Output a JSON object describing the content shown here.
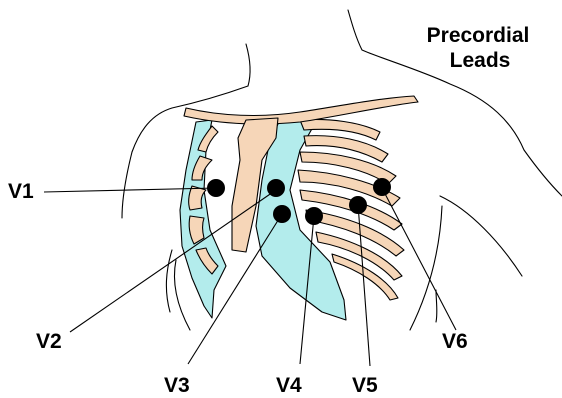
{
  "title": {
    "line1": "Precordial",
    "line2": "Leads"
  },
  "leads": [
    {
      "id": "V1",
      "label": "V1"
    },
    {
      "id": "V2",
      "label": "V2"
    },
    {
      "id": "V3",
      "label": "V3"
    },
    {
      "id": "V4",
      "label": "V4"
    },
    {
      "id": "V5",
      "label": "V5"
    },
    {
      "id": "V6",
      "label": "V6"
    }
  ],
  "colors": {
    "bone": "#f6d6b8",
    "cartilage": "#b3ecec",
    "electrode": "#000000",
    "line": "#000000",
    "background": "#ffffff"
  }
}
